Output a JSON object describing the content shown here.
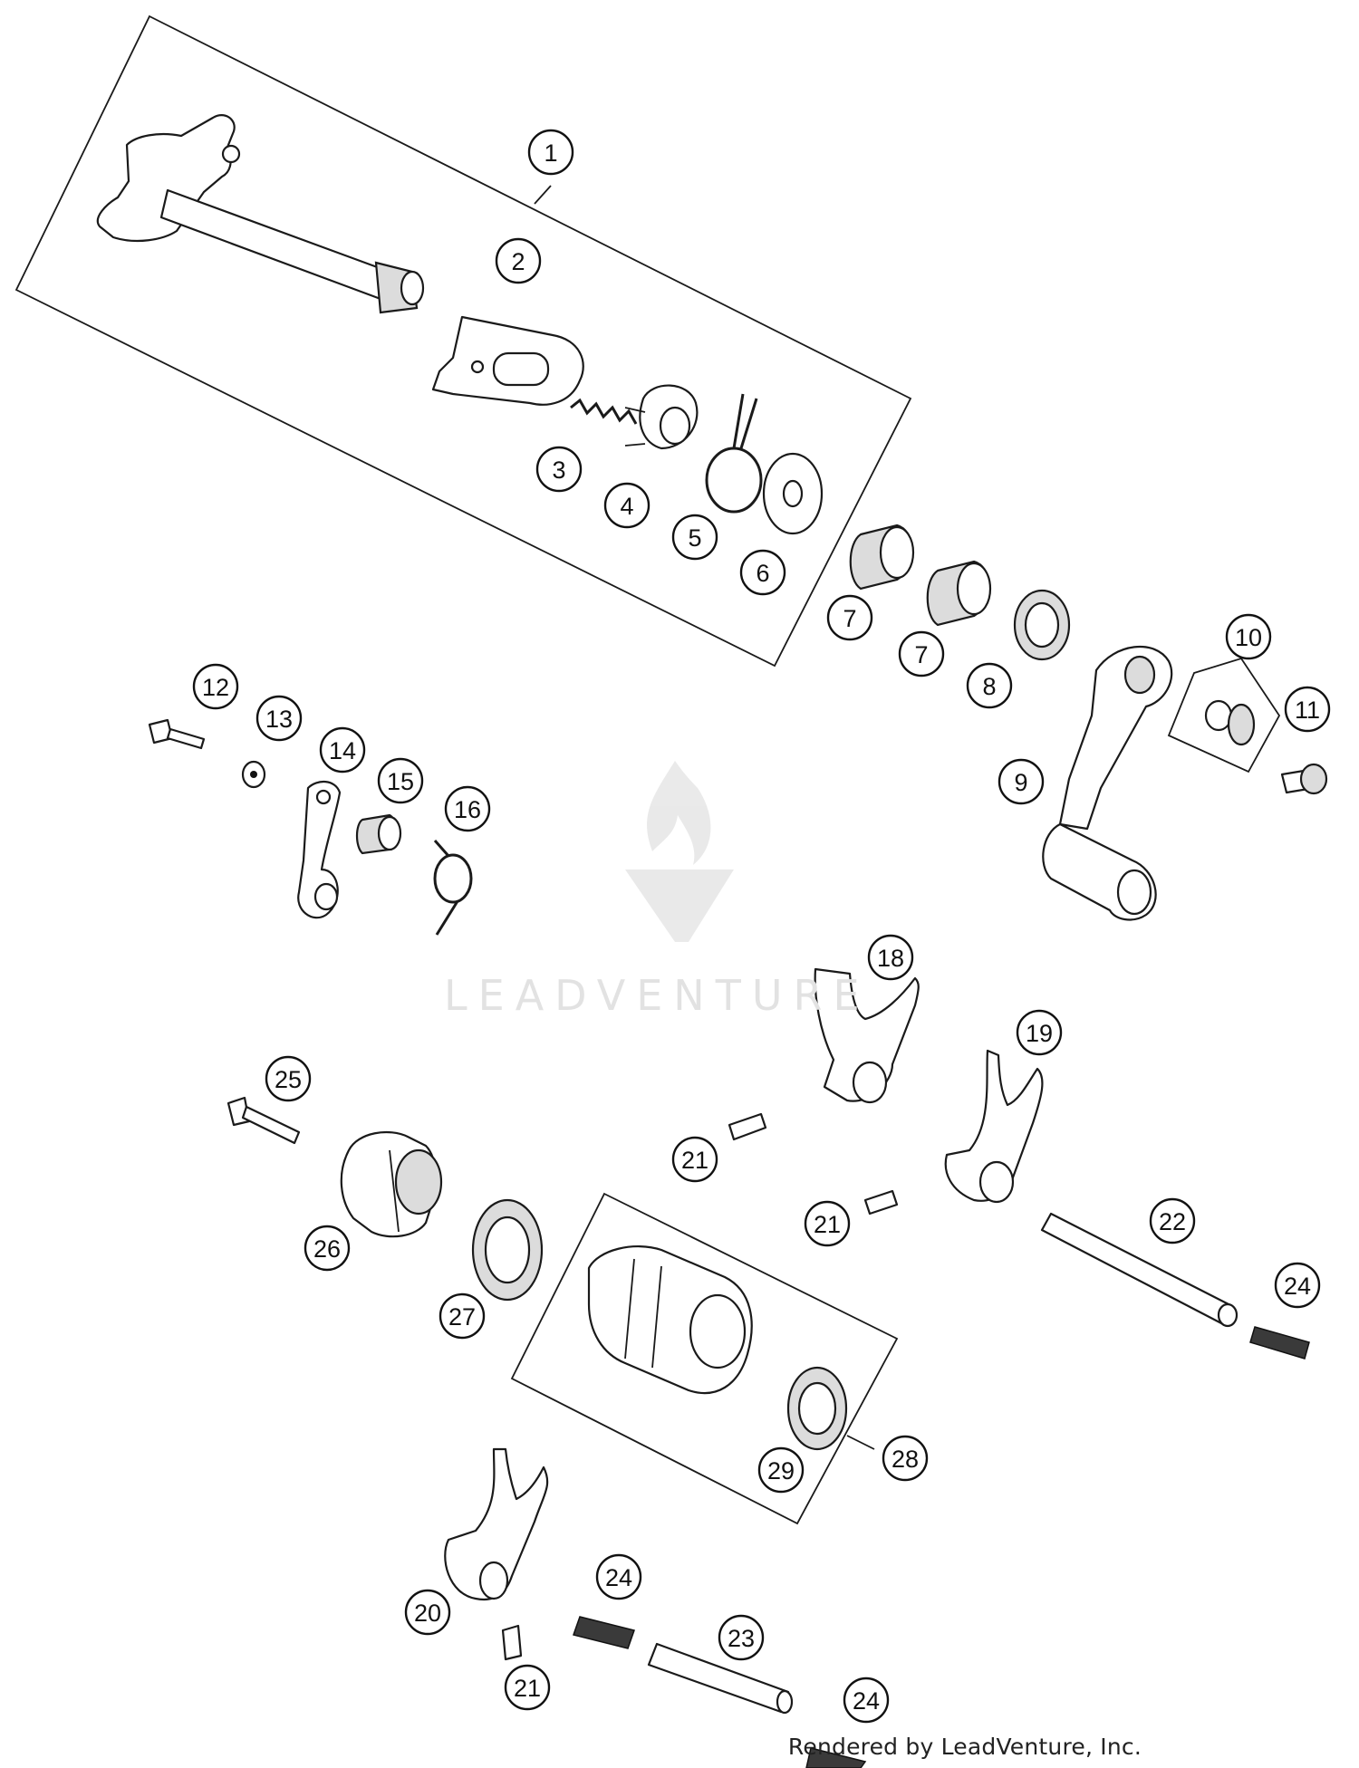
{
  "diagram": {
    "callouts": [
      {
        "id": "c1",
        "label": "1"
      },
      {
        "id": "c2",
        "label": "2"
      },
      {
        "id": "c3",
        "label": "3"
      },
      {
        "id": "c4",
        "label": "4"
      },
      {
        "id": "c5",
        "label": "5"
      },
      {
        "id": "c6",
        "label": "6"
      },
      {
        "id": "c7a",
        "label": "7"
      },
      {
        "id": "c7b",
        "label": "7"
      },
      {
        "id": "c8",
        "label": "8"
      },
      {
        "id": "c9",
        "label": "9"
      },
      {
        "id": "c10",
        "label": "10"
      },
      {
        "id": "c11",
        "label": "11"
      },
      {
        "id": "c12",
        "label": "12"
      },
      {
        "id": "c13",
        "label": "13"
      },
      {
        "id": "c14",
        "label": "14"
      },
      {
        "id": "c15",
        "label": "15"
      },
      {
        "id": "c16",
        "label": "16"
      },
      {
        "id": "c18",
        "label": "18"
      },
      {
        "id": "c19",
        "label": "19"
      },
      {
        "id": "c20",
        "label": "20"
      },
      {
        "id": "c21a",
        "label": "21"
      },
      {
        "id": "c21b",
        "label": "21"
      },
      {
        "id": "c21c",
        "label": "21"
      },
      {
        "id": "c22",
        "label": "22"
      },
      {
        "id": "c23",
        "label": "23"
      },
      {
        "id": "c24a",
        "label": "24"
      },
      {
        "id": "c24b",
        "label": "24"
      },
      {
        "id": "c24c",
        "label": "24"
      },
      {
        "id": "c25",
        "label": "25"
      },
      {
        "id": "c26",
        "label": "26"
      },
      {
        "id": "c27",
        "label": "27"
      },
      {
        "id": "c28",
        "label": "28"
      },
      {
        "id": "c29",
        "label": "29"
      }
    ]
  },
  "watermark": {
    "text": "LEADVENTURE"
  },
  "footer": {
    "credit": "Rendered by LeadVenture, Inc."
  }
}
